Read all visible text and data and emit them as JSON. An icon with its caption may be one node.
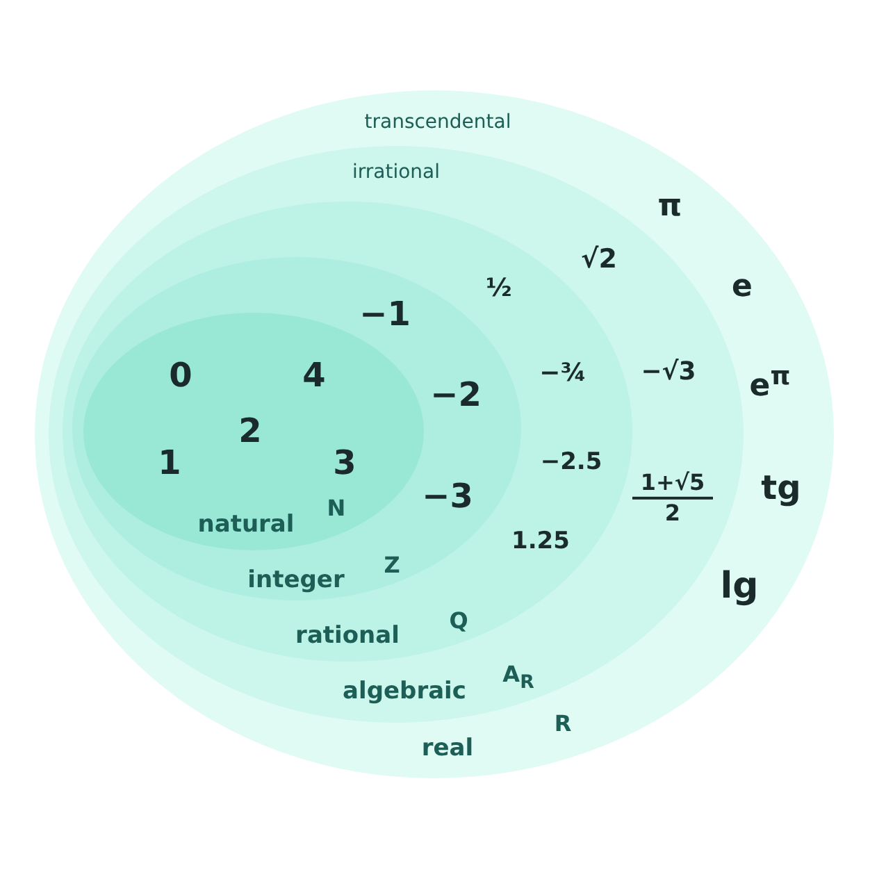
{
  "diagram": {
    "nodes": [
      {
        "text": [
          "real",
          "R"
        ]
      },
      {
        "text": [
          "algebraic",
          "A$_{R}$"
        ],
        "in": 0
      },
      {
        "text": [
          "rational",
          "Q"
        ],
        "in": 1
      },
      {
        "text": [
          "integer",
          "Z"
        ],
        "in": 2
      },
      {
        "text": [
          "natural",
          "N",
          "0",
          "4",
          "2",
          "1",
          "3"
        ],
        "in": 3
      }
    ],
    "labels": [
      "transcendental",
      "irrational",
      "π",
      "√2",
      "½",
      "e",
      "−1",
      "−2",
      "−¾",
      "−√3",
      "e$^{π}$",
      "−2.5",
      "−3",
      "1+√5 2",
      "tg",
      "1.25",
      "lg"
    ]
  }
}
